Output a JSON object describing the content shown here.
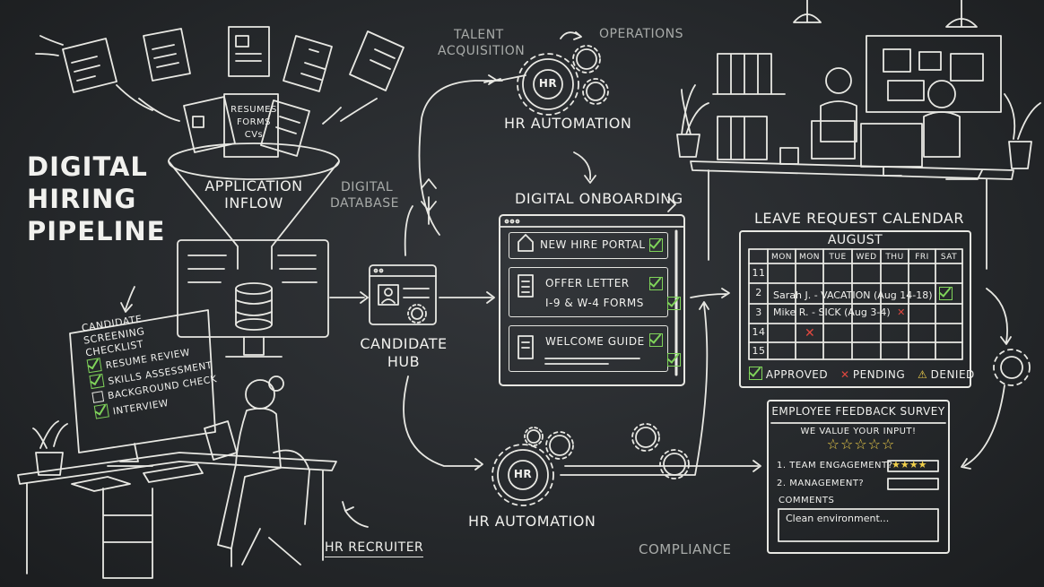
{
  "title": {
    "line1": "DIGITAL",
    "line2": "HIRING",
    "line3": "PIPELINE"
  },
  "funnel": {
    "docs_line1": "RESUMES",
    "docs_line2": "FORMS",
    "docs_line3": "CVs",
    "label_line1": "APPLICATION",
    "label_line2": "INFLOW"
  },
  "digital_database": {
    "line1": "DIGITAL",
    "line2": "DATABASE"
  },
  "screening": {
    "title_line1": "CANDIDATE SCREENING",
    "title_line2": "CHECKLIST",
    "items": [
      {
        "label": "RESUME REVIEW",
        "checked": true
      },
      {
        "label": "SKILLS ASSESSMENT",
        "checked": true
      },
      {
        "label": "BACKGROUND CHECK",
        "checked": false
      },
      {
        "label": "INTERVIEW",
        "checked": true
      }
    ]
  },
  "candidate_hub": {
    "line1": "CANDIDATE",
    "line2": "HUB"
  },
  "talent_acquisition": {
    "line1": "TALENT",
    "line2": "ACQUISITION"
  },
  "operations": "OPERATIONS",
  "hr_badge": "HR",
  "hr_automation_top": "HR AUTOMATION",
  "hr_automation_bottom": "HR AUTOMATION",
  "compliance": "COMPLIANCE",
  "hr_recruiter": "HR RECRUITER",
  "onboarding": {
    "title": "DIGITAL ONBOARDING",
    "portal": "NEW HIRE PORTAL",
    "offer": "OFFER LETTER",
    "forms": "I-9 & W-4 FORMS",
    "guide": "WELCOME GUIDE"
  },
  "calendar": {
    "title": "LEAVE REQUEST CALENDAR",
    "month": "AUGUST",
    "days": [
      "MON",
      "MON",
      "TUE",
      "WED",
      "THU",
      "FRI",
      "SAT"
    ],
    "rows": [
      "11",
      "2",
      "3",
      "14",
      "15"
    ],
    "entry1": "Sarah J. - VACATION (Aug 14-18)",
    "entry2": "Mike R. - SICK (Aug 3-4)",
    "legend_approved": "APPROVED",
    "legend_pending": "PENDING",
    "legend_denied": "DENIED"
  },
  "survey": {
    "title": "EMPLOYEE FEEDBACK SURVEY",
    "subtitle": "WE VALUE YOUR INPUT!",
    "q1": "1. TEAM ENGAGEMENT?",
    "q2": "2. MANAGEMENT?",
    "comments_label": "COMMENTS",
    "comment_value": "Clean environment...",
    "overall_stars": 5,
    "q1_stars": 4
  },
  "colors": {
    "chalk": "#f1f1ee",
    "check_green": "#7fd35a",
    "cross_red": "#e0473f",
    "warn_yellow": "#f1d04a",
    "board": "#2a2d30"
  }
}
